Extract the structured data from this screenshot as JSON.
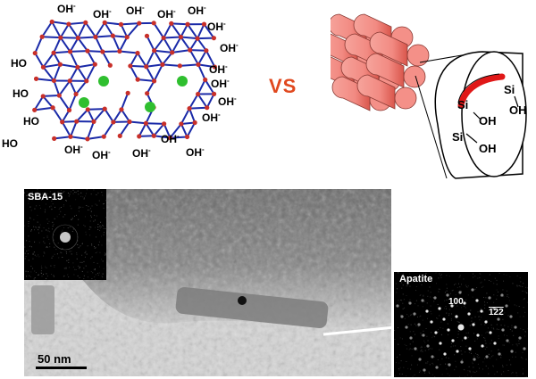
{
  "network": {
    "oh_label": "OH",
    "oh_minus_label": "OH-",
    "ho_label": "HO",
    "charge": "-"
  },
  "versus": {
    "label": "VS"
  },
  "pore": {
    "si_label": "Si",
    "oh_label": "OH"
  },
  "tem": {
    "inset_label": "SBA-15",
    "scale_label": "50 nm"
  },
  "fft": {
    "title": "Apatite",
    "index_a": "100",
    "index_b": "122"
  },
  "colors": {
    "network_bond": "#1a2aa8",
    "network_atom": "#c8302a",
    "ion": "#2fbf2f",
    "cylinder": "#f28a82",
    "cylinder_dark": "#d9564c",
    "wall": "#e01818",
    "accent": "#e0481e"
  }
}
